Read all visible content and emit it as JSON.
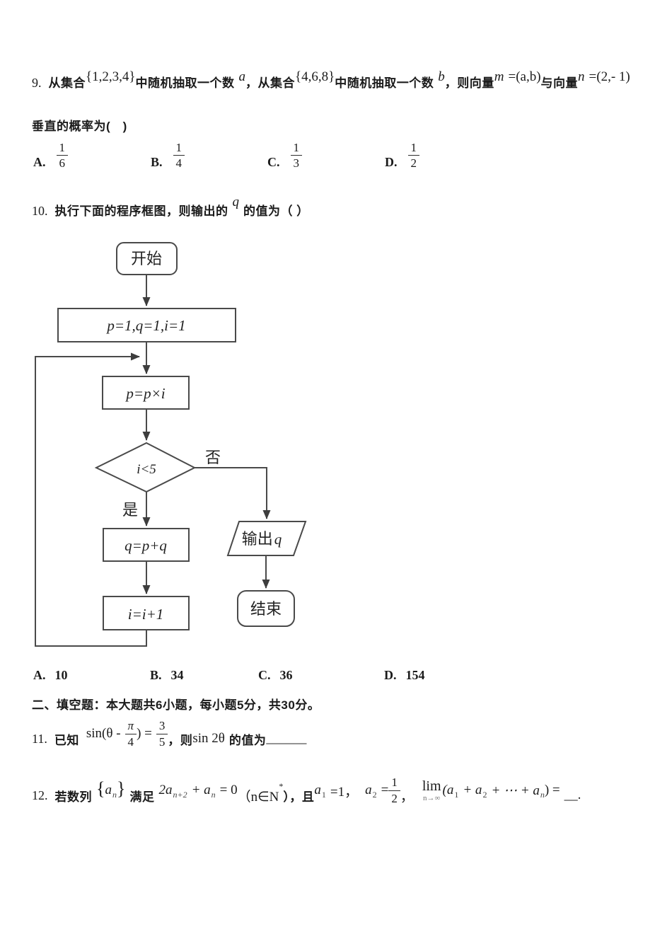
{
  "q9": {
    "number": "9.",
    "t1": "从集合",
    "set1": "{1,2,3,4}",
    "t2": "中随机抽取一个数",
    "var_a": "a",
    "t3": "，从集合",
    "set2": "{4,6,8}",
    "t4": "中随机抽取一个数",
    "var_b": "b",
    "t5": "，则向量",
    "vec_m": "m",
    "eq_m": "=(a,b)",
    "t6": "与向量",
    "vec_n": "n",
    "eq_n": "=(2,- 1)",
    "line2": "垂直的概率为(　)",
    "options": [
      {
        "label": "A.",
        "num": "1",
        "den": "6"
      },
      {
        "label": "B.",
        "num": "1",
        "den": "4"
      },
      {
        "label": "C.",
        "num": "1",
        "den": "3"
      },
      {
        "label": "D.",
        "num": "1",
        "den": "2"
      }
    ]
  },
  "q10": {
    "number": "10.",
    "before": "执行下面的程序框图，则输出的",
    "variable": "q",
    "after": "的值为（ ）",
    "flowchart": {
      "start": "开始",
      "init": "p=1,q=1,i=1",
      "multiply": "p=p×i",
      "condition": "i<5",
      "no": "否",
      "yes": "是",
      "add": "q=p+q",
      "increment": "i=i+1",
      "output_label": "输出",
      "output_var": "q",
      "end": "结束"
    },
    "options": [
      {
        "label": "A.",
        "value": "10"
      },
      {
        "label": "B.",
        "value": "34"
      },
      {
        "label": "C.",
        "value": "36"
      },
      {
        "label": "D.",
        "value": "154"
      }
    ]
  },
  "section2": "二、填空题：本大题共6小题，每小题5分，共30分。",
  "q11": {
    "number": "11.",
    "prefix": "已知",
    "m1": "sin(θ -",
    "frac_pi": {
      "num": "π",
      "den": "4"
    },
    "m2": ") =",
    "frac_35": {
      "num": "3",
      "den": "5"
    },
    "mid": "，则",
    "m3": "sin 2θ",
    "suffix": "的值为",
    "blank": "______"
  },
  "q12": {
    "number": "12.",
    "prefix": "若数列",
    "brace_open": "{",
    "seq_a": "a",
    "seq_sub": "n",
    "brace_close": "}",
    "cond": "满足",
    "m1": "2a",
    "m1_sub": "n+2",
    "m2": "+ a",
    "m2_sub": "n",
    "m3": "= 0",
    "dom1": "（n∈N",
    "dom_sup": "*",
    "dom2": "），且",
    "a1": "a",
    "a1_sub": "1",
    "a1_eq": "=1，",
    "a2": "a",
    "a2_sub": "2",
    "a2_eq": "=",
    "frac_half": {
      "num": "1",
      "den": "2"
    },
    "comma": "，",
    "lim": "lim",
    "lim_sub": "n→∞",
    "m4": "(a",
    "s1": "1",
    "m5": "+ a",
    "s2": "2",
    "m6": "+ ⋯ + a",
    "s3": "n",
    "m7": ") =",
    "blank": "__."
  }
}
